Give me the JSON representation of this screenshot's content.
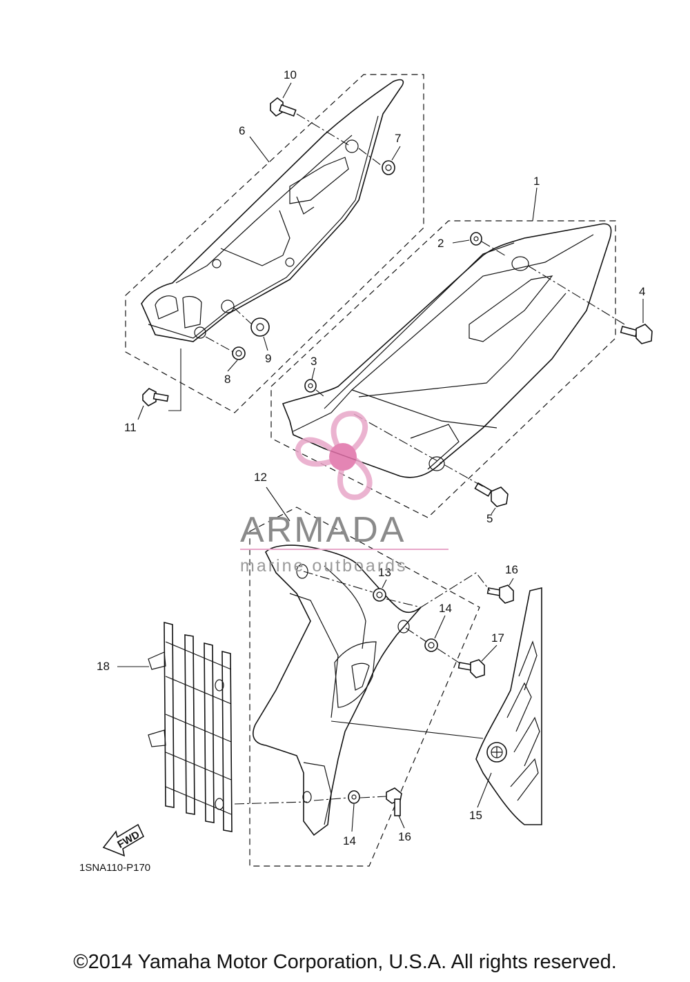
{
  "diagram": {
    "callouts": [
      {
        "id": "c1",
        "text": "1"
      },
      {
        "id": "c2",
        "text": "2"
      },
      {
        "id": "c3",
        "text": "3"
      },
      {
        "id": "c4",
        "text": "4"
      },
      {
        "id": "c5",
        "text": "5"
      },
      {
        "id": "c6",
        "text": "6"
      },
      {
        "id": "c7",
        "text": "7"
      },
      {
        "id": "c8",
        "text": "8"
      },
      {
        "id": "c9",
        "text": "9"
      },
      {
        "id": "c10",
        "text": "10"
      },
      {
        "id": "c11",
        "text": "11"
      },
      {
        "id": "c12",
        "text": "12"
      },
      {
        "id": "c13",
        "text": "13"
      },
      {
        "id": "c14a",
        "text": "14"
      },
      {
        "id": "c14b",
        "text": "14"
      },
      {
        "id": "c15",
        "text": "15"
      },
      {
        "id": "c16a",
        "text": "16"
      },
      {
        "id": "c16b",
        "text": "16"
      },
      {
        "id": "c17",
        "text": "17"
      },
      {
        "id": "c18",
        "text": "18"
      }
    ],
    "fwd_label": "FWD",
    "part_code": "1SNA110-P170"
  },
  "watermark": {
    "title": "ARMADA",
    "subtitle": "marine outboards",
    "logo_color": "#e8a6c8",
    "logo_center_color": "#e070a8"
  },
  "footer": {
    "copyright": "©2014 Yamaha Motor Corporation, U.S.A. All rights reserved."
  }
}
